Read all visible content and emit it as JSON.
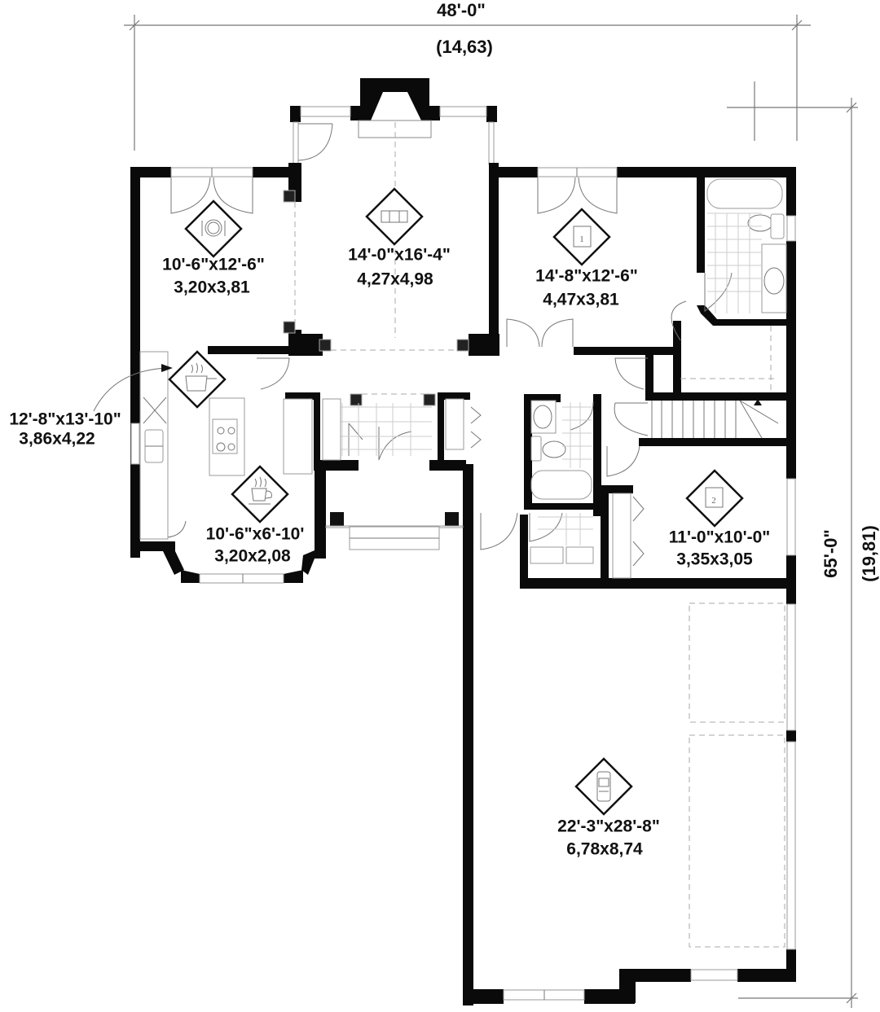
{
  "dimensions": {
    "overall_width_imperial": "48'-0\"",
    "overall_width_metric": "(14,63)",
    "overall_depth_imperial": "65'-0\"",
    "overall_depth_metric": "(19,81)"
  },
  "rooms": [
    {
      "id": "dining",
      "icon": "dining-plate-icon",
      "imperial": "10'-6\"x12'-6\"",
      "metric": "3,20x3,81"
    },
    {
      "id": "living",
      "icon": "sofa-icon",
      "imperial": "14'-0\"x16'-4\"",
      "metric": "4,27x4,98"
    },
    {
      "id": "master-bedroom",
      "icon": "bedroom-1-icon",
      "imperial": "14'-8\"x12'-6\"",
      "metric": "4,47x3,81"
    },
    {
      "id": "kitchen",
      "icon": "cooking-pot-icon",
      "imperial": "12'-8\"x13'-10\"",
      "metric": "3,86x4,22"
    },
    {
      "id": "breakfast-nook",
      "icon": "coffee-cup-icon",
      "imperial": "10'-6\"x6'-10'",
      "metric": "3,20x2,08"
    },
    {
      "id": "bedroom-2",
      "icon": "bedroom-2-icon",
      "imperial": "11'-0\"x10'-0\"",
      "metric": "3,35x3,05"
    },
    {
      "id": "garage",
      "icon": "car-icon",
      "imperial": "22'-3\"x28'-8\"",
      "metric": "6,78x8,74"
    }
  ],
  "room_badges": {
    "bedroom_1": "1",
    "bedroom_2": "2"
  }
}
